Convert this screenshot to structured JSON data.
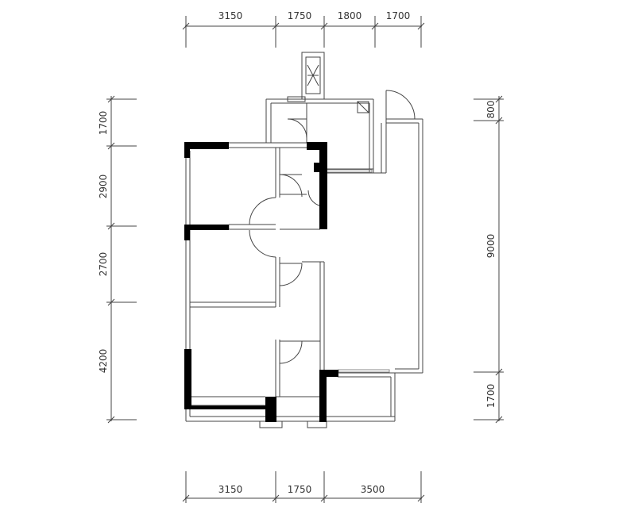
{
  "dimensions": {
    "top": [
      "3150",
      "1750",
      "1800",
      "1700"
    ],
    "bottom": [
      "3150",
      "1750",
      "3500"
    ],
    "left": [
      "1700",
      "2900",
      "2700",
      "4200"
    ],
    "right": [
      "800",
      "9000",
      "1700"
    ]
  },
  "colors": {
    "line": "#444444",
    "wall": "#000000",
    "text": "#333333",
    "background": "#ffffff"
  }
}
